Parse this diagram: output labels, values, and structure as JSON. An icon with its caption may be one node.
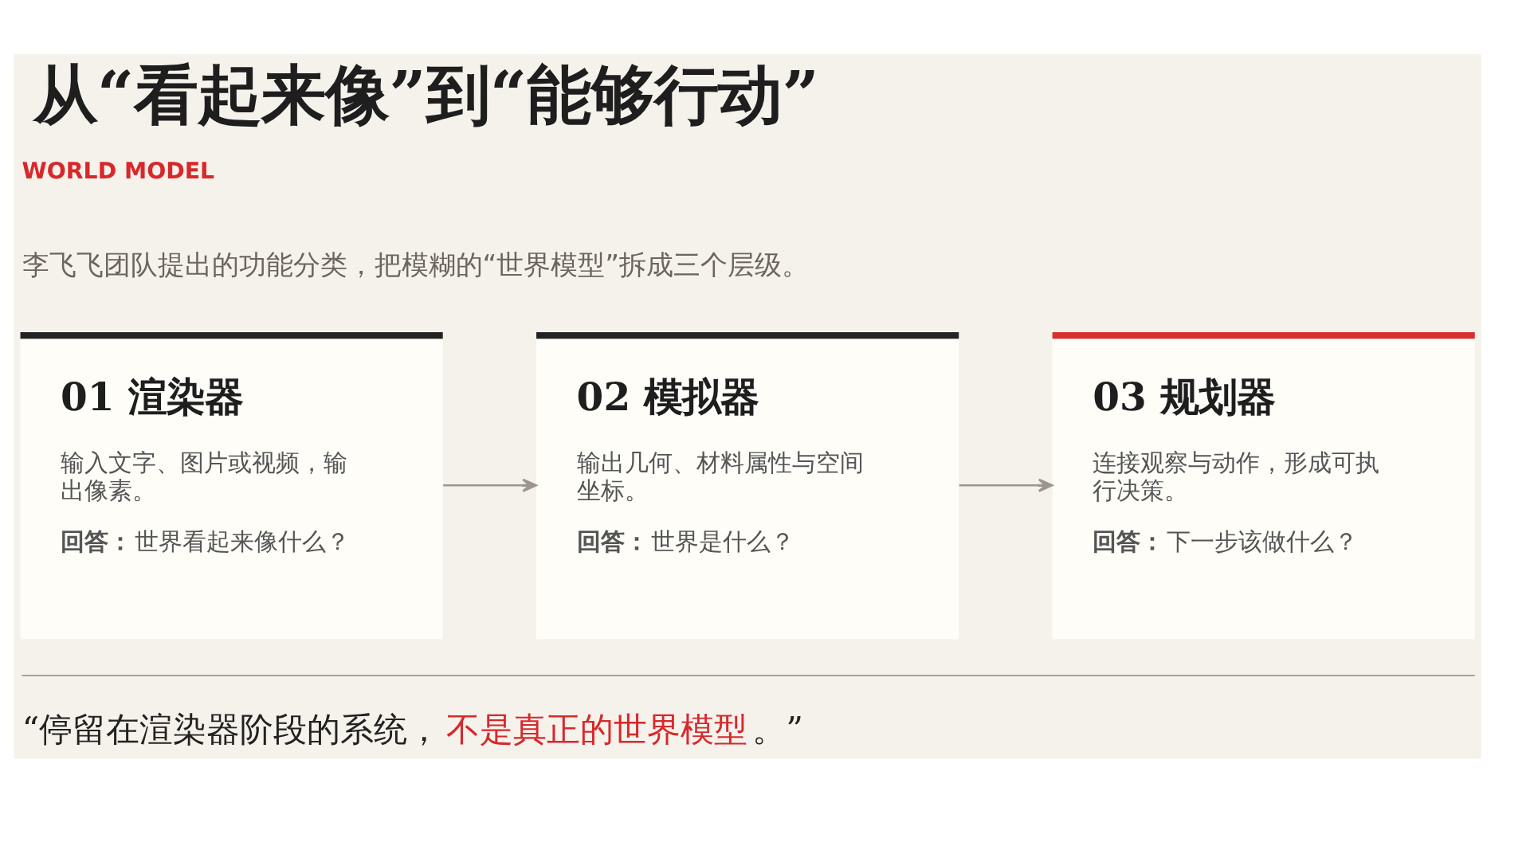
{
  "diagram": {
    "title": "从“看起来像”到“能够行动”",
    "nodes": [
      {
        "text": [
          "01 渲染器",
          "输入文字、图片或视频，输出像素。",
          "**回答：**世界看起来像什么？"
        ]
      },
      {
        "text": [
          "02 模拟器",
          "输出几何、材料属性与空间坐标。",
          "**回答：**世界是什么？"
        ]
      },
      {
        "text": [
          "03 规划器",
          "连接观察与动作，形成可执行决策。",
          "**回答：**下一步该做什么？"
        ]
      }
    ],
    "edges": [
      {
        "from": 0,
        "to": 1,
        "arrow": "to"
      },
      {
        "from": 1,
        "to": 2,
        "arrow": "to"
      }
    ],
    "labels": [
      "WORLD MODEL",
      "李飞飞团队提出的功能分类，把模糊的“世界模型”拆成三个层级。",
      "“停留在渲染器阶段的系统，**不是真正的世界模型**。”"
    ]
  }
}
